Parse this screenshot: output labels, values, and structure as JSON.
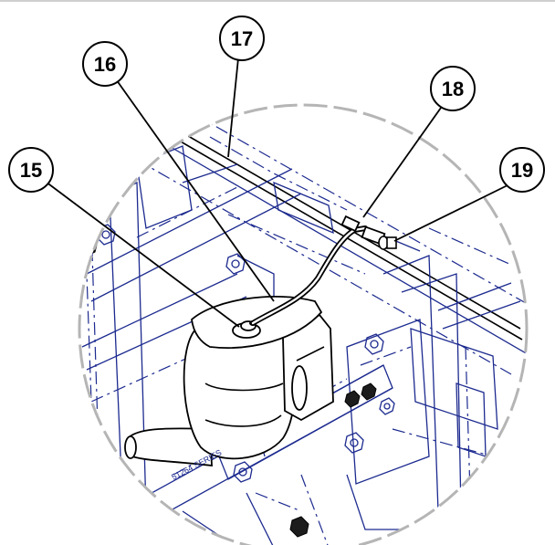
{
  "callouts": [
    {
      "label": "15"
    },
    {
      "label": "16"
    },
    {
      "label": "17"
    },
    {
      "label": "18"
    },
    {
      "label": "19"
    }
  ],
  "stencil_text": "51264 SERIES",
  "colors": {
    "line_art": "#1c2a8f",
    "ink": "#000000",
    "detail_circle": "#b5b5b5",
    "top_rule": "#cfcfcf",
    "background": "#ffffff"
  }
}
